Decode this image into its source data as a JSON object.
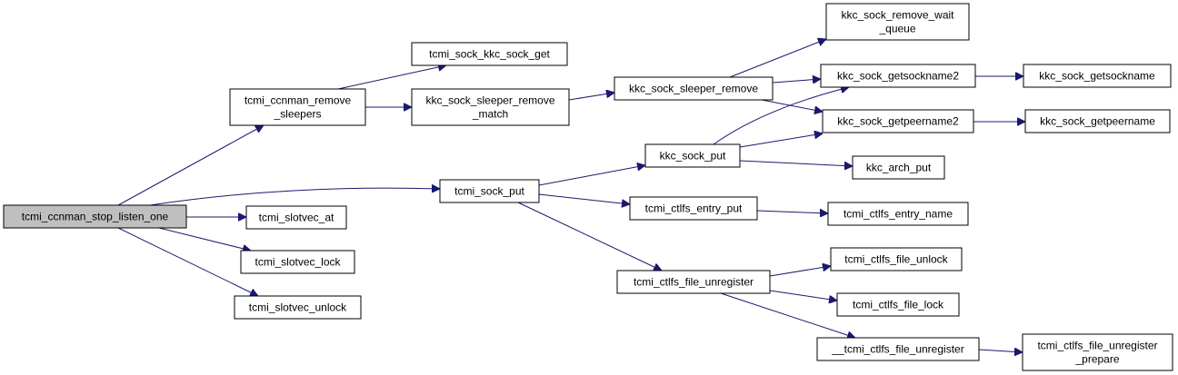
{
  "diagram": {
    "nodes": [
      {
        "id": "n_root",
        "lines": [
          "tcmi_ccnman_stop_listen_one"
        ],
        "highlight": true
      },
      {
        "id": "n_remove_sleepers",
        "lines": [
          "tcmi_ccnman_remove",
          "_sleepers"
        ]
      },
      {
        "id": "n_sock_kkc_get",
        "lines": [
          "tcmi_sock_kkc_sock_get"
        ]
      },
      {
        "id": "n_sleeper_remove_match",
        "lines": [
          "kkc_sock_sleeper_remove",
          "_match"
        ]
      },
      {
        "id": "n_sleeper_remove",
        "lines": [
          "kkc_sock_sleeper_remove"
        ]
      },
      {
        "id": "n_remove_wait_queue",
        "lines": [
          "kkc_sock_remove_wait",
          "_queue"
        ]
      },
      {
        "id": "n_getsockname2",
        "lines": [
          "kkc_sock_getsockname2"
        ]
      },
      {
        "id": "n_getsockname",
        "lines": [
          "kkc_sock_getsockname"
        ]
      },
      {
        "id": "n_getpeername2",
        "lines": [
          "kkc_sock_getpeername2"
        ]
      },
      {
        "id": "n_getpeername",
        "lines": [
          "kkc_sock_getpeername"
        ]
      },
      {
        "id": "n_tcmi_sock_put",
        "lines": [
          "tcmi_sock_put"
        ]
      },
      {
        "id": "n_kkc_sock_put",
        "lines": [
          "kkc_sock_put"
        ]
      },
      {
        "id": "n_kkc_arch_put",
        "lines": [
          "kkc_arch_put"
        ]
      },
      {
        "id": "n_slotvec_at",
        "lines": [
          "tcmi_slotvec_at"
        ]
      },
      {
        "id": "n_ctlfs_entry_put",
        "lines": [
          "tcmi_ctlfs_entry_put"
        ]
      },
      {
        "id": "n_ctlfs_entry_name",
        "lines": [
          "tcmi_ctlfs_entry_name"
        ]
      },
      {
        "id": "n_slotvec_lock",
        "lines": [
          "tcmi_slotvec_lock"
        ]
      },
      {
        "id": "n_slotvec_unlock",
        "lines": [
          "tcmi_slotvec_unlock"
        ]
      },
      {
        "id": "n_ctlfs_file_unregister",
        "lines": [
          "tcmi_ctlfs_file_unregister"
        ]
      },
      {
        "id": "n_ctlfs_file_unlock",
        "lines": [
          "tcmi_ctlfs_file_unlock"
        ]
      },
      {
        "id": "n_ctlfs_file_lock",
        "lines": [
          "tcmi_ctlfs_file_lock"
        ]
      },
      {
        "id": "n___ctlfs_file_unregister",
        "lines": [
          "__tcmi_ctlfs_file_unregister"
        ]
      },
      {
        "id": "n_file_unregister_prepare",
        "lines": [
          "tcmi_ctlfs_file_unregister",
          "_prepare"
        ]
      }
    ],
    "edges": [
      {
        "from": "n_root",
        "to": "n_remove_sleepers"
      },
      {
        "from": "n_root",
        "to": "n_tcmi_sock_put"
      },
      {
        "from": "n_root",
        "to": "n_slotvec_at"
      },
      {
        "from": "n_root",
        "to": "n_slotvec_lock"
      },
      {
        "from": "n_root",
        "to": "n_slotvec_unlock"
      },
      {
        "from": "n_remove_sleepers",
        "to": "n_sock_kkc_get"
      },
      {
        "from": "n_remove_sleepers",
        "to": "n_sleeper_remove_match"
      },
      {
        "from": "n_sleeper_remove_match",
        "to": "n_sleeper_remove"
      },
      {
        "from": "n_sleeper_remove",
        "to": "n_remove_wait_queue"
      },
      {
        "from": "n_sleeper_remove",
        "to": "n_getsockname2"
      },
      {
        "from": "n_sleeper_remove",
        "to": "n_getpeername2"
      },
      {
        "from": "n_getsockname2",
        "to": "n_getsockname"
      },
      {
        "from": "n_getpeername2",
        "to": "n_getpeername"
      },
      {
        "from": "n_tcmi_sock_put",
        "to": "n_kkc_sock_put"
      },
      {
        "from": "n_tcmi_sock_put",
        "to": "n_ctlfs_entry_put"
      },
      {
        "from": "n_tcmi_sock_put",
        "to": "n_ctlfs_file_unregister"
      },
      {
        "from": "n_kkc_sock_put",
        "to": "n_getsockname2"
      },
      {
        "from": "n_kkc_sock_put",
        "to": "n_getpeername2"
      },
      {
        "from": "n_kkc_sock_put",
        "to": "n_kkc_arch_put"
      },
      {
        "from": "n_ctlfs_entry_put",
        "to": "n_ctlfs_entry_name"
      },
      {
        "from": "n_ctlfs_file_unregister",
        "to": "n_ctlfs_file_unlock"
      },
      {
        "from": "n_ctlfs_file_unregister",
        "to": "n_ctlfs_file_lock"
      },
      {
        "from": "n_ctlfs_file_unregister",
        "to": "n___ctlfs_file_unregister"
      },
      {
        "from": "n___ctlfs_file_unregister",
        "to": "n_file_unregister_prepare"
      }
    ],
    "colors": {
      "edge": "#191970",
      "node_border": "#000000",
      "node_fill": "#ffffff",
      "root_fill": "#bfbfbf"
    }
  }
}
